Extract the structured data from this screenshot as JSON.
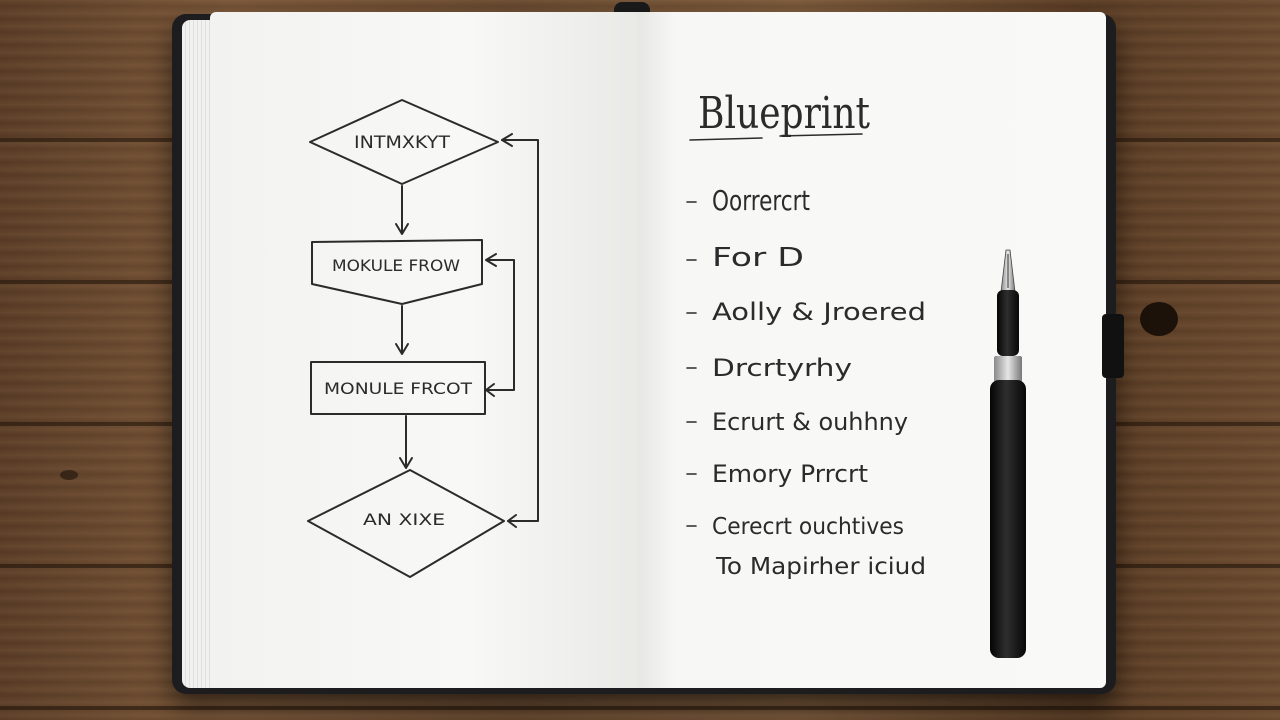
{
  "flowchart": {
    "top_decision": "INTMXKYT",
    "process_1": "MOKULE FROW",
    "process_2": "MONULE FRCOT",
    "bottom_decision": "AN XIXE"
  },
  "notes": {
    "title": "Blueprint",
    "items": [
      "Oorrercrt",
      "For D",
      "Aolly & Jroered",
      "Drcrtyrhy",
      "Ecrurt & ouhhny",
      "Emory Prrcrt",
      "Cerecrt ouchtives",
      "To Mapirher iciud"
    ]
  },
  "colors": {
    "ink": "#2b2b2b",
    "paper": "#f7f7f5",
    "cover": "#1d1d1f",
    "wood": "#6a4a30"
  }
}
